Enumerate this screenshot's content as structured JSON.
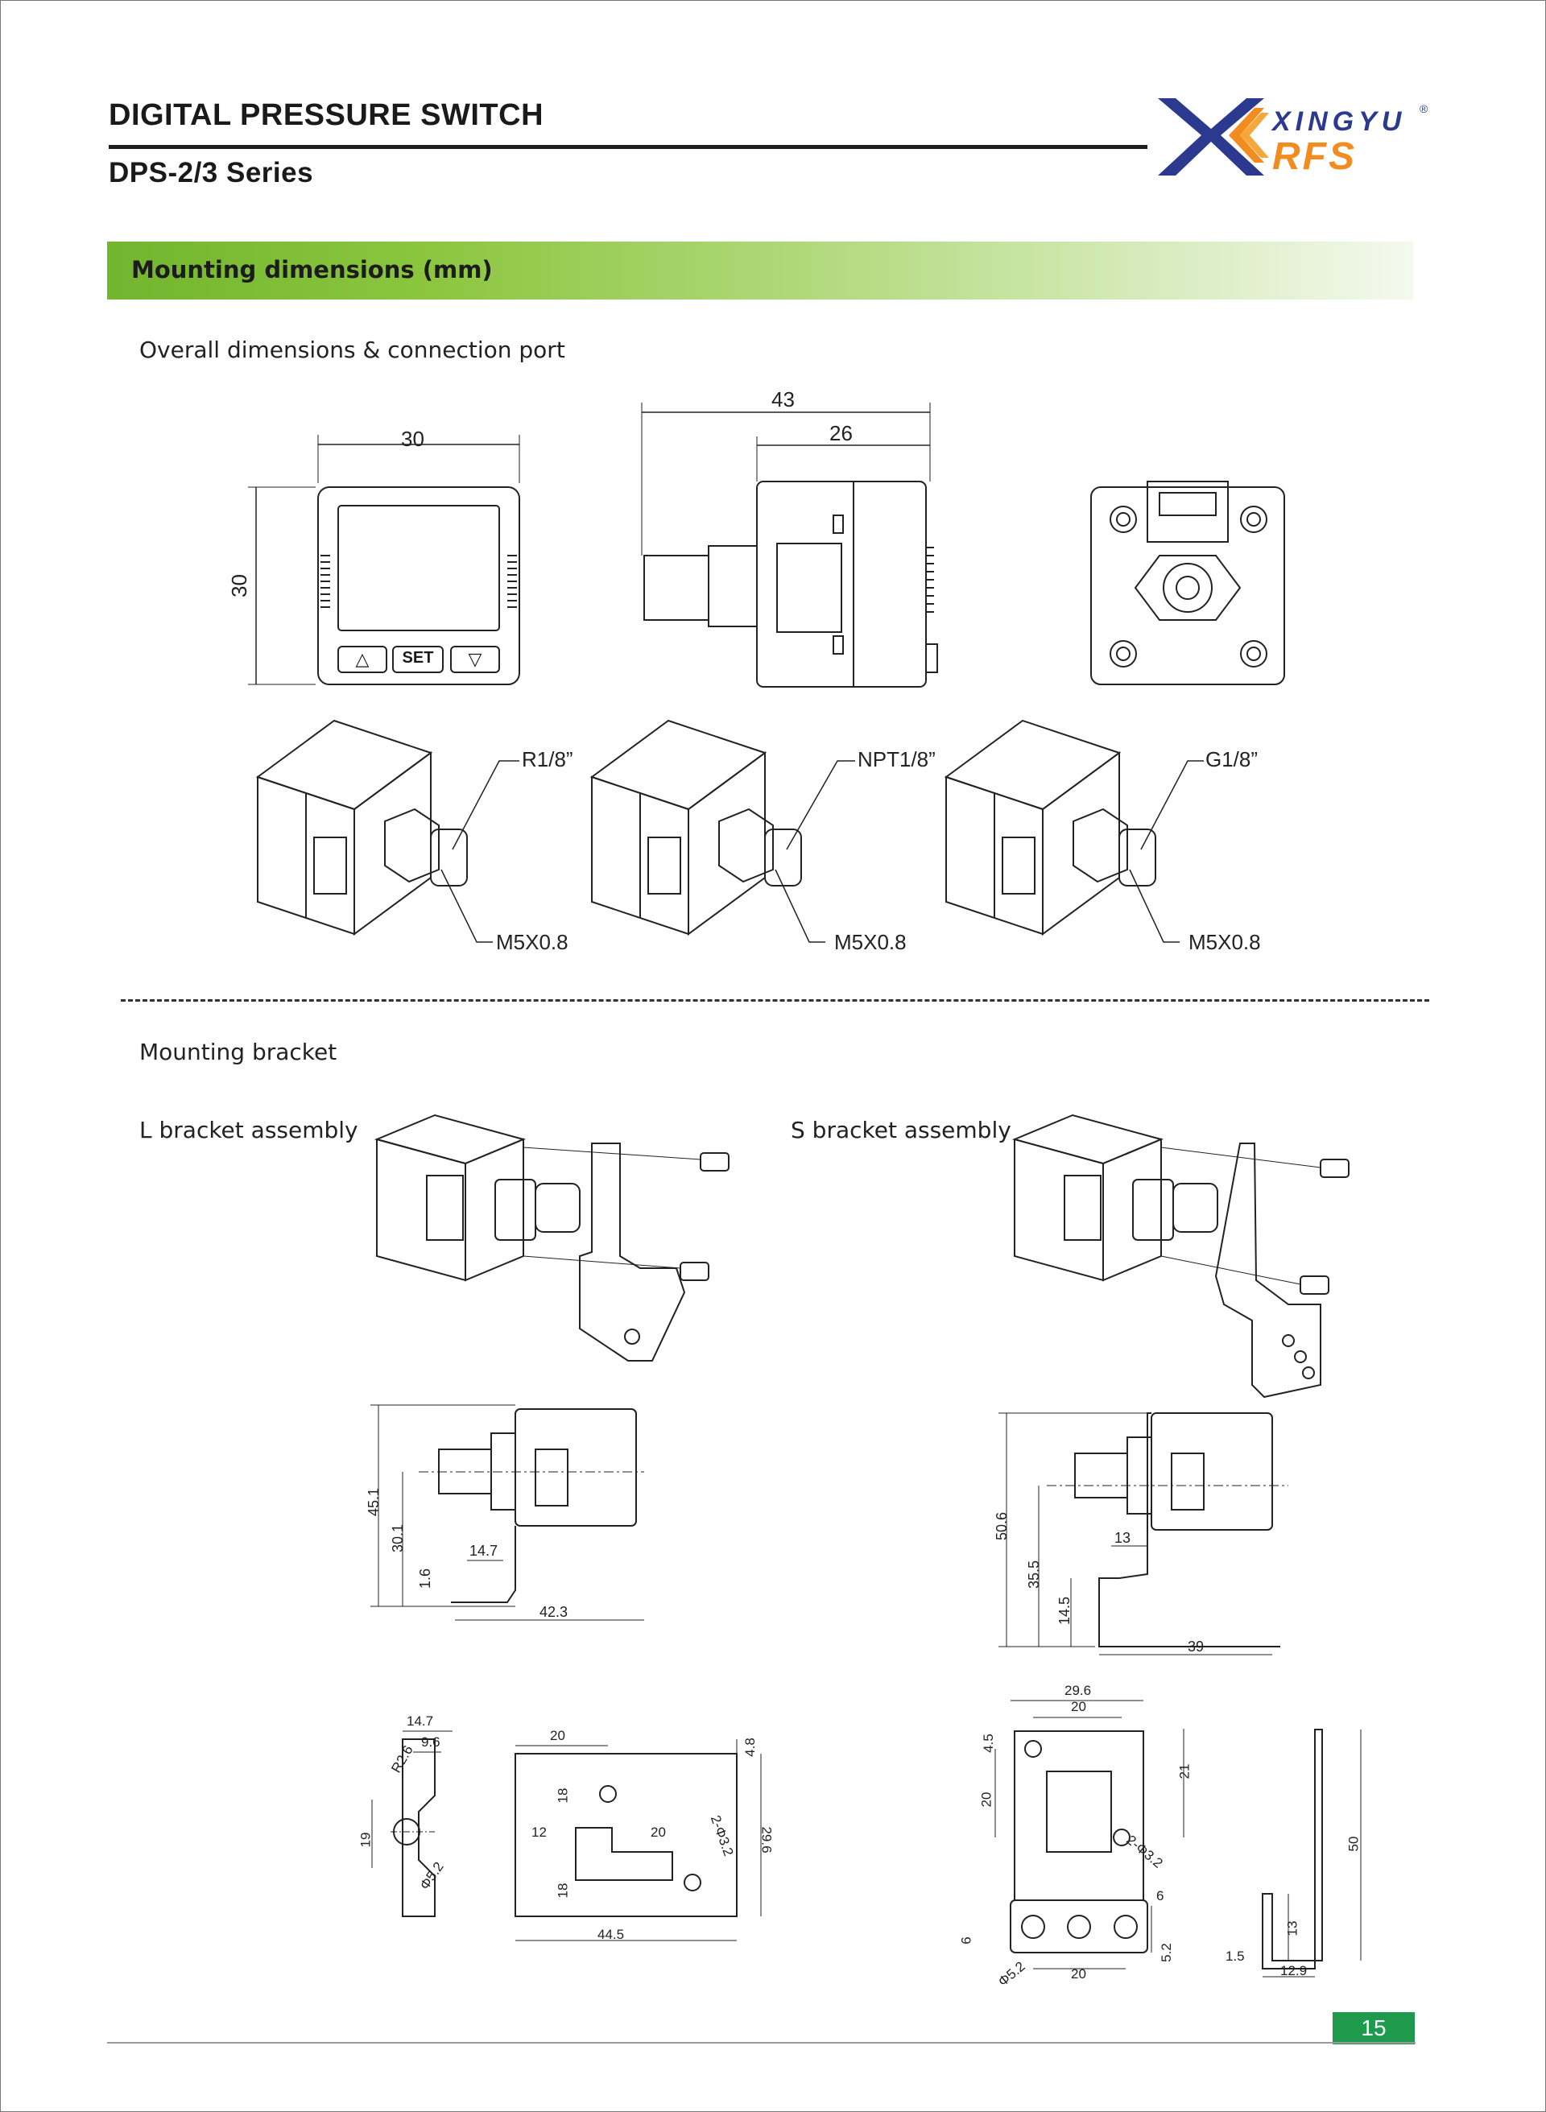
{
  "header": {
    "title": "DIGITAL PRESSURE SWITCH",
    "subtitle": "DPS-2/3 Series",
    "brand_top": "XINGYU",
    "brand_bottom": "RFS",
    "registered": "®"
  },
  "section_band": {
    "label": "Mounting dimensions (mm)"
  },
  "overall": {
    "heading": "Overall dimensions & connection port",
    "front_width": "30",
    "front_height": "30",
    "side_total": "43",
    "side_body": "26",
    "buttons": {
      "up": "△",
      "set": "SET",
      "down": "▽"
    },
    "ports": [
      {
        "thread": "R1/8”",
        "inner": "M5X0.8"
      },
      {
        "thread": "NPT1/8”",
        "inner": "M5X0.8"
      },
      {
        "thread": "G1/8”",
        "inner": "M5X0.8"
      }
    ]
  },
  "bracket": {
    "heading": "Mounting bracket",
    "l_title": "L bracket assembly",
    "s_title": "S bracket assembly",
    "l_side": {
      "h1": "45.1",
      "h2": "30.1",
      "h3": "1.6",
      "w1": "14.7",
      "w2": "42.3"
    },
    "s_side": {
      "h1": "50.6",
      "h2": "35.5",
      "h3": "14.5",
      "w1": "13",
      "w2": "39"
    },
    "l_flat": {
      "w_top": "14.7",
      "w_in": "9.6",
      "r": "R2.6",
      "h": "19",
      "hole": "Φ5.2",
      "top": "20",
      "t": "4.8",
      "a": "18",
      "b": "12",
      "c": "20",
      "holes": "2-Φ3.2",
      "height": "29.6",
      "d": "18",
      "width": "44.5"
    },
    "s_flat": {
      "width": "29.6",
      "inner": "20",
      "a": "4.5",
      "b": "21",
      "c": "20",
      "holes": "2-Φ3.2",
      "d": "6",
      "e": "6",
      "hole": "Φ5.2",
      "f": "20",
      "g": "5.2",
      "height": "50",
      "h": "13",
      "t": "1.5",
      "w": "12.9"
    }
  },
  "footer": {
    "page_number": "15"
  }
}
